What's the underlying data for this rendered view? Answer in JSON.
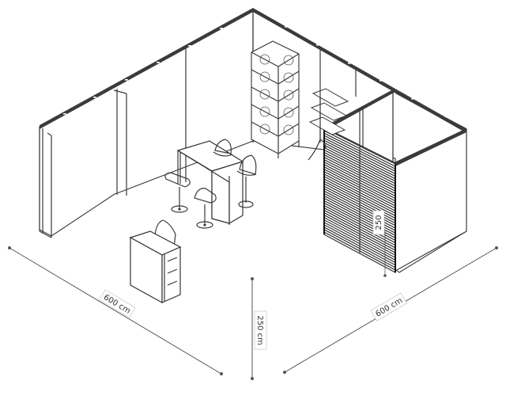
{
  "dimensions": {
    "left_width": "600 cm",
    "height": "250 cm",
    "right_width": "600 cm",
    "cabin_height": "250"
  }
}
